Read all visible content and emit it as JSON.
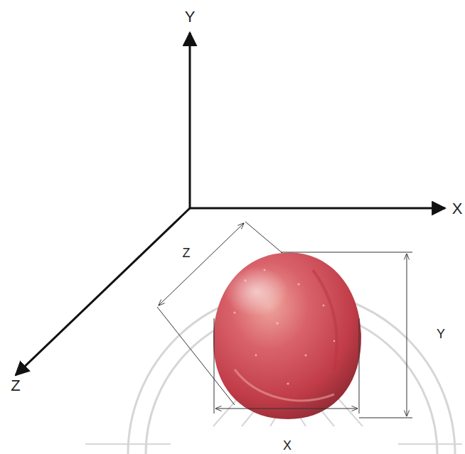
{
  "diagram": {
    "labels": [
      "Y",
      "X",
      "Z",
      "Z",
      "Y",
      "X"
    ]
  }
}
